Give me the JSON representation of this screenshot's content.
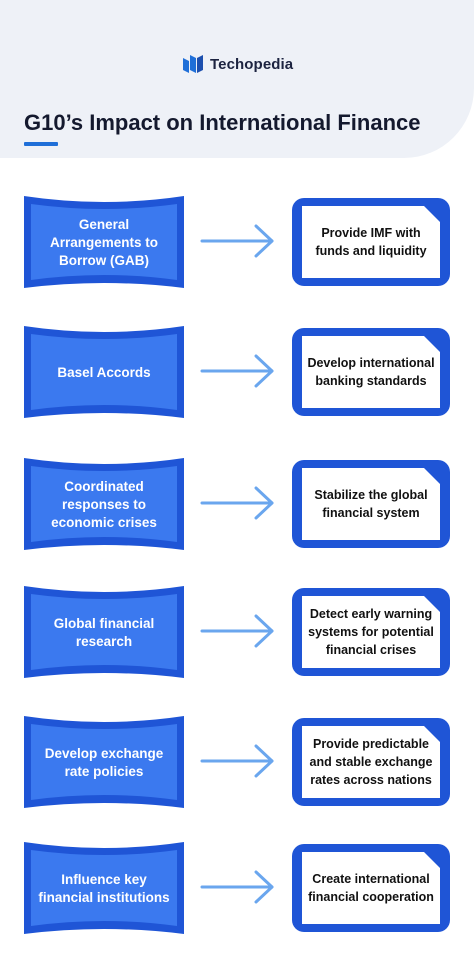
{
  "brand": {
    "name": "Techopedia",
    "icon": "techopedia-logo-icon"
  },
  "title": "G10’s Impact on International Finance",
  "colors": {
    "primary": "#1f55d6",
    "inner": "#3b79ef",
    "arrow": "#6aa6ee",
    "header_bg": "#eef1f7",
    "underline": "#1f6fd8"
  },
  "rows": [
    {
      "source": "General Arrangements to Borrow (GAB)",
      "impact": "Provide IMF with funds and liquidity"
    },
    {
      "source": "Basel Accords",
      "impact": "Develop international banking standards"
    },
    {
      "source": "Coordinated responses to economic crises",
      "impact": "Stabilize the global financial system"
    },
    {
      "source": "Global financial research",
      "impact": "Detect early warning systems for potential financial crises"
    },
    {
      "source": "Develop exchange rate policies",
      "impact": "Provide predictable and stable exchange rates across nations"
    },
    {
      "source": "Influence key financial institutions",
      "impact": "Create international financial cooperation"
    }
  ]
}
